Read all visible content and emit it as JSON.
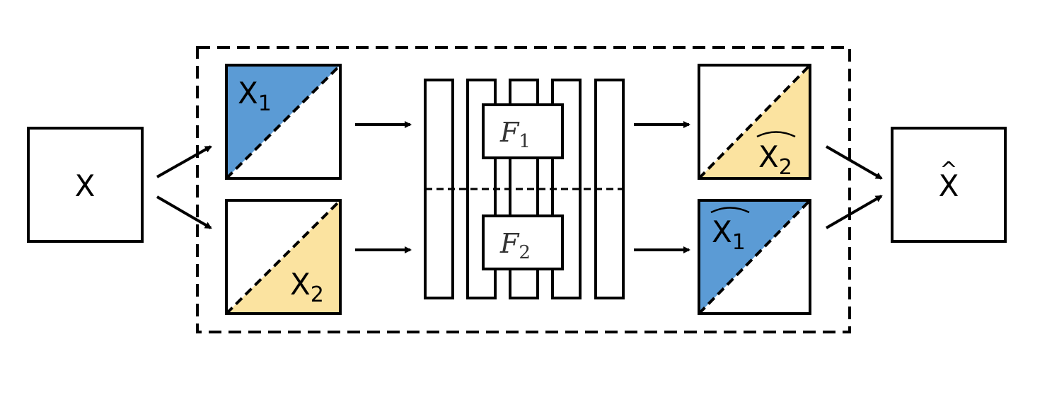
{
  "input": {
    "label": "X"
  },
  "output": {
    "label": "X",
    "hat": "^"
  },
  "split": {
    "part1": {
      "base": "X",
      "sub": "1"
    },
    "part2": {
      "base": "X",
      "sub": "2"
    }
  },
  "modules": {
    "f1": {
      "base": "F",
      "sub": "1"
    },
    "f2": {
      "base": "F",
      "sub": "2"
    }
  },
  "recon": {
    "part2": {
      "base": "X",
      "sub": "2",
      "hat": "^"
    },
    "part1": {
      "base": "X",
      "sub": "1",
      "hat": "^"
    }
  },
  "colors": {
    "blue": "#5b9bd5",
    "yellow": "#fbe3a0",
    "stroke": "#000000"
  }
}
